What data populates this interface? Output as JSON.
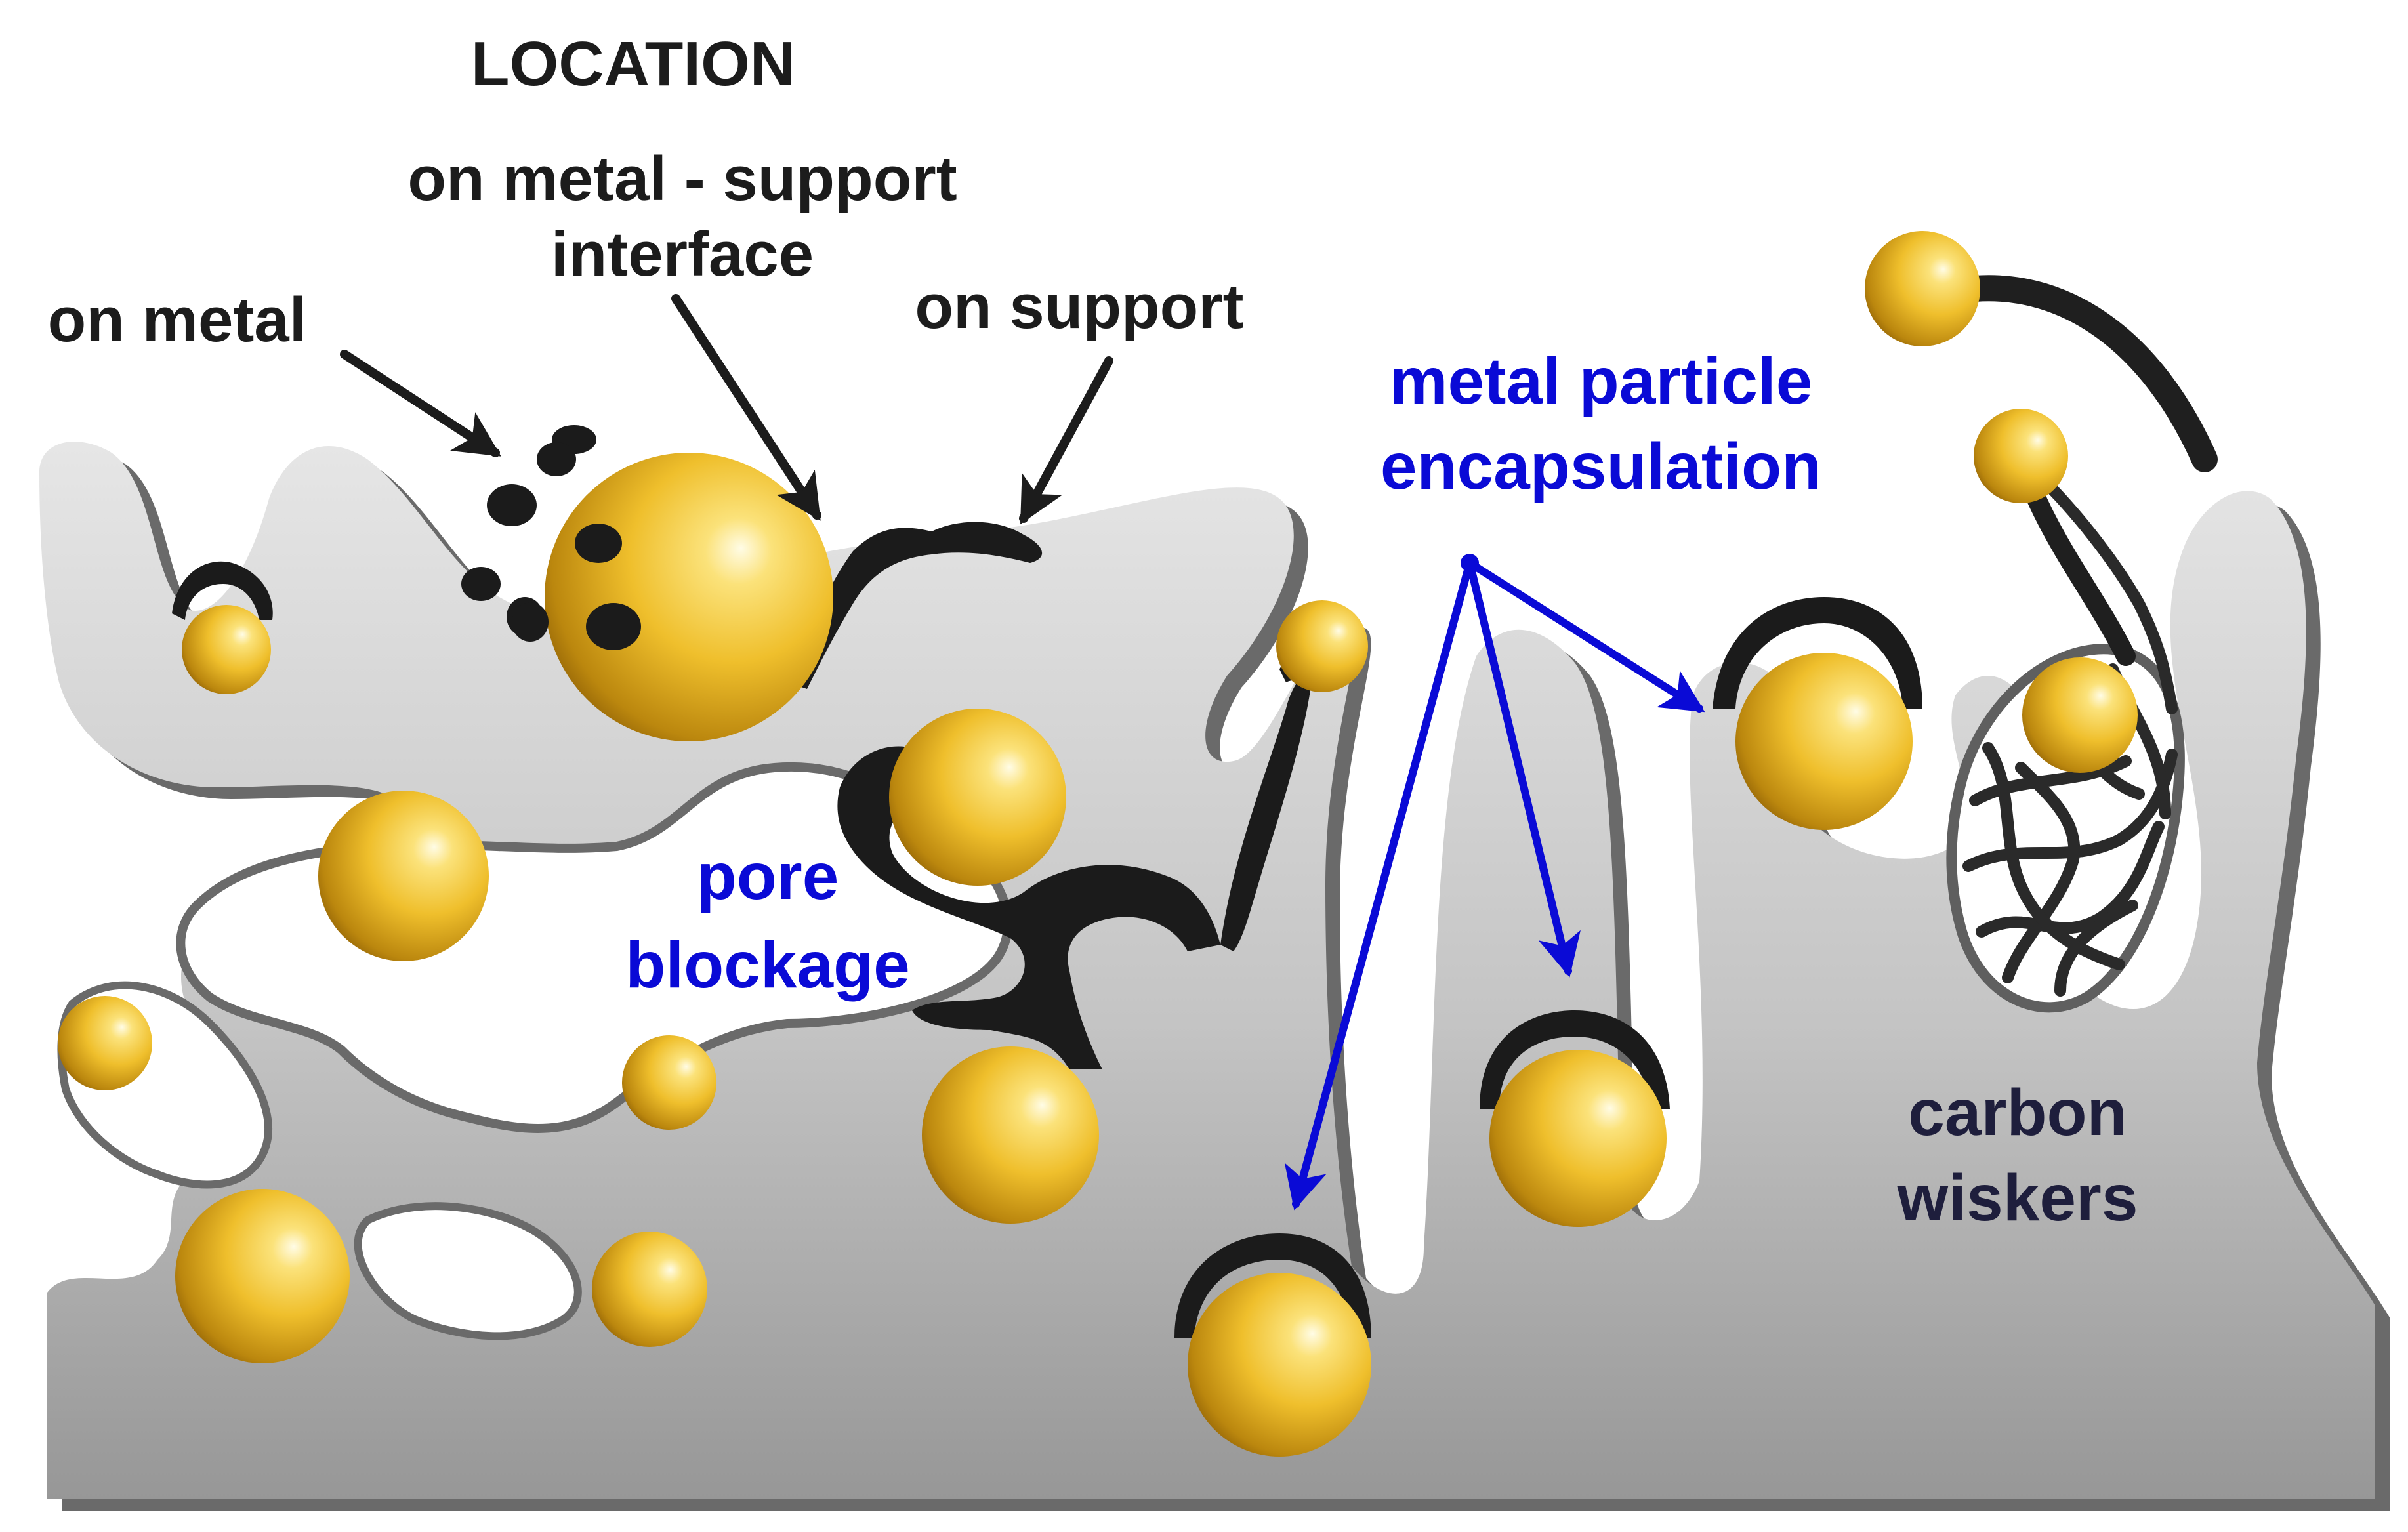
{
  "labels": {
    "location": "LOCATION",
    "on_metal_support_line1": "on metal - support",
    "on_metal_support_line2": "interface",
    "on_metal": "on metal",
    "on_support": "on support",
    "encapsulation_line1": "metal particle",
    "encapsulation_line2": "encapsulation",
    "pore_line1": "pore",
    "pore_line2": "blockage",
    "carbon_line1": "carbon",
    "carbon_line2": "wiskers"
  },
  "colors": {
    "black_label": "#1c1c1c",
    "blue_label": "#0a0ad6",
    "navy_label": "#1e1e3c",
    "support_light": "#e3e3e3",
    "support_mid": "#c0c0c0",
    "support_dark": "#969696",
    "support_edge": "#6a6a6a",
    "coke": "#1b1b1b",
    "whisker": "#2a2a2a",
    "gold_highlight": "#fffce0",
    "gold_mid": "#f0c233",
    "gold_dark": "#a37008"
  },
  "icons": {
    "metal_particle": "gold-sphere-icon",
    "coke_deposit": "carbon-deposit-icon",
    "pointer": "arrow-icon"
  }
}
